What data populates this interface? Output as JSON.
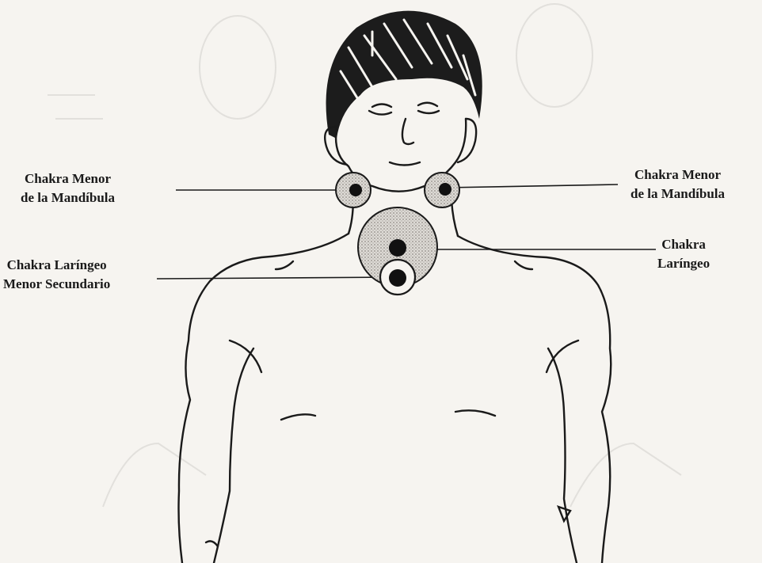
{
  "labels": {
    "jaw_left": {
      "line1": "Chakra Menor",
      "line2": "de la Mandíbula"
    },
    "jaw_right": {
      "line1": "Chakra Menor",
      "line2": "de la Mandíbula"
    },
    "laryngeal": {
      "line1": "Chakra",
      "line2": "Laríngeo"
    },
    "laryngeal_minor_secondary": {
      "line1": "Chakra Laríngeo",
      "line2": "Menor Secundario"
    }
  },
  "colors": {
    "ink": "#1a1a1a",
    "paper": "#f6f4f0",
    "chakra_fill": "#c9c6c2"
  }
}
